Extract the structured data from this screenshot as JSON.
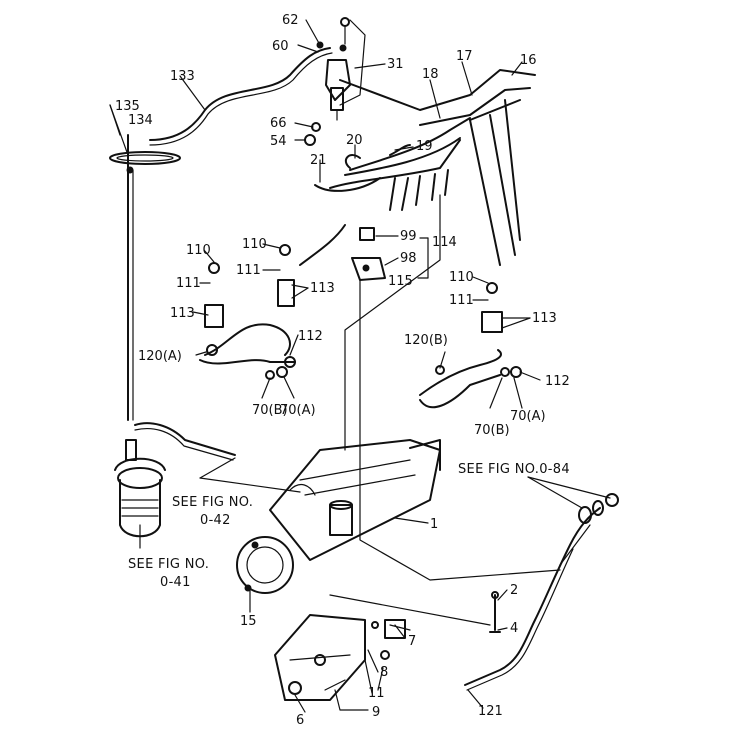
{
  "diagram": {
    "part_labels": [
      "62",
      "60",
      "31",
      "133",
      "135",
      "134",
      "18",
      "17",
      "16",
      "66",
      "54",
      "20",
      "19",
      "21",
      "99",
      "114",
      "98",
      "115",
      "110",
      "111",
      "113",
      "110",
      "111",
      "113",
      "120(A)",
      "112",
      "70(B)",
      "70(A)",
      "110",
      "111",
      "113",
      "120(B)",
      "112",
      "70(B)",
      "70(A)",
      "1",
      "15",
      "2",
      "4",
      "7",
      "8",
      "11",
      "9",
      "6",
      "121"
    ],
    "notes": [
      {
        "line1": "SEE FIG NO.",
        "line2": "0-42"
      },
      {
        "line1": "SEE FIG NO.",
        "line2": "0-41"
      },
      {
        "line1": "SEE FIG NO.0-84",
        "line2": ""
      }
    ]
  }
}
